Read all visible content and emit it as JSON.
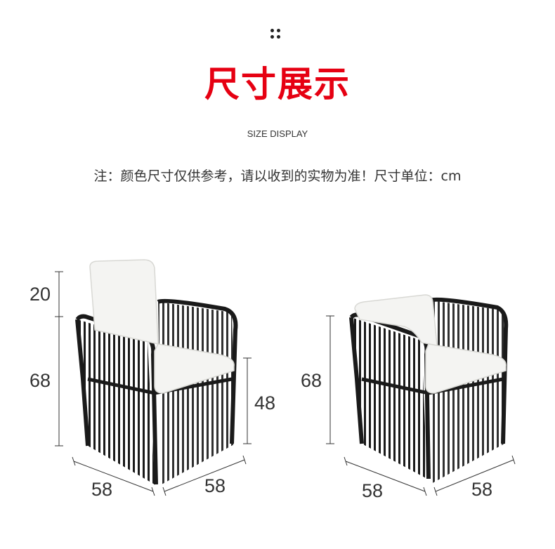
{
  "header": {
    "title": "尺寸展示",
    "subtitle": "SIZE DISPLAY",
    "note": "注：颜色尺寸仅供参考，请以收到的实物为准！尺寸单位：cm"
  },
  "chair_left": {
    "back_height": "20",
    "height": "68",
    "seat_height": "48",
    "width": "58",
    "depth": "58"
  },
  "chair_right": {
    "height": "68",
    "width": "58",
    "depth": "58"
  },
  "colors": {
    "accent": "#e60012",
    "frame": "#1a1a1a",
    "cushion": "#f4f4f2"
  }
}
